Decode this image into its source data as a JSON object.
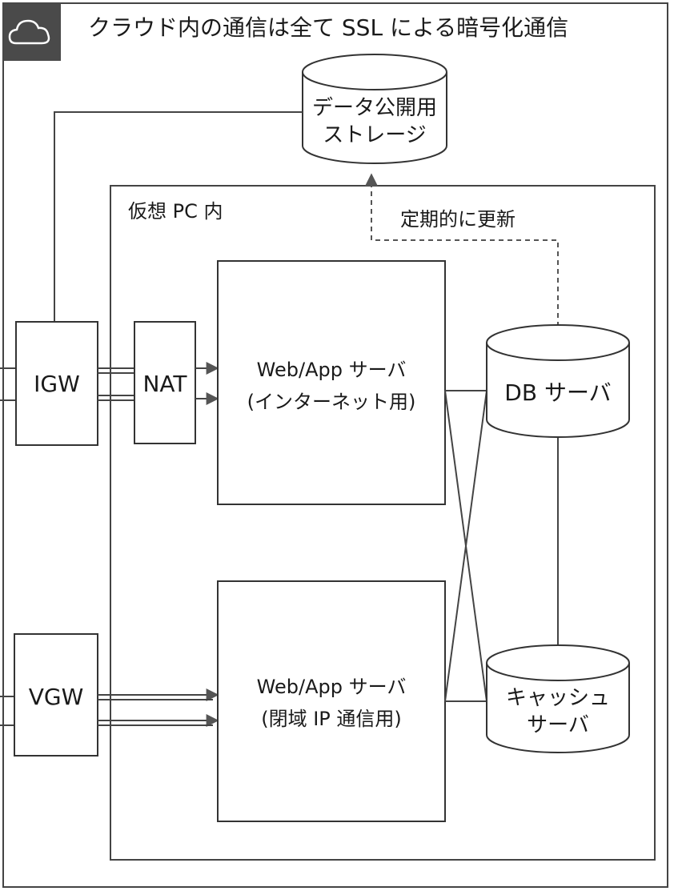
{
  "cloud": {
    "title": "クラウド内の通信は全て SSL による暗号化通信",
    "icon": "cloud-icon",
    "icon_bg": "#4a4a4a"
  },
  "storage": {
    "line1": "データ公開用",
    "line2": "ストレージ"
  },
  "vpc": {
    "label": "仮想 PC 内"
  },
  "update_label": "定期的に更新",
  "igw": {
    "label": "IGW"
  },
  "nat": {
    "label": "NAT"
  },
  "vgw": {
    "label": "VGW"
  },
  "web_internet": {
    "line1": "Web/App サーバ",
    "line2": "(インターネット用)"
  },
  "web_closed": {
    "line1": "Web/App サーバ",
    "line2": "(閉域 IP 通信用)"
  },
  "db": {
    "label": "DB サーバ"
  },
  "cache": {
    "line1": "キャッシュ",
    "line2": "サーバ"
  }
}
